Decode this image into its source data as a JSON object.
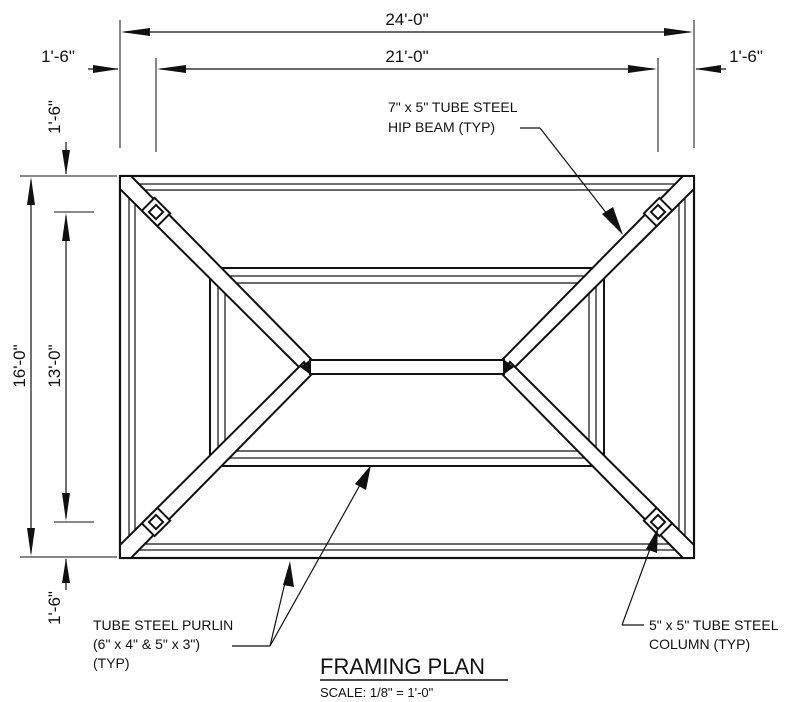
{
  "dimensions": {
    "overall_width": "24'-0\"",
    "inner_width": "21'-0\"",
    "left_overhang": "1'-6\"",
    "right_overhang": "1'-6\"",
    "top_overhang": "1'-6\"",
    "overall_depth": "16'-0\"",
    "inner_depth": "13'-0\"",
    "bottom_overhang": "1'-6\""
  },
  "callouts": {
    "hip_beam": [
      "7\" x 5\" TUBE STEEL",
      "HIP BEAM (TYP)"
    ],
    "purlin": [
      "TUBE STEEL PURLIN",
      "(6\" x 4\" & 5\" x 3\")",
      "(TYP)"
    ],
    "column": [
      "5\" x 5\" TUBE STEEL",
      "COLUMN (TYP)"
    ]
  },
  "title": "FRAMING PLAN",
  "scale": "SCALE: 1/8\" = 1'-0\""
}
